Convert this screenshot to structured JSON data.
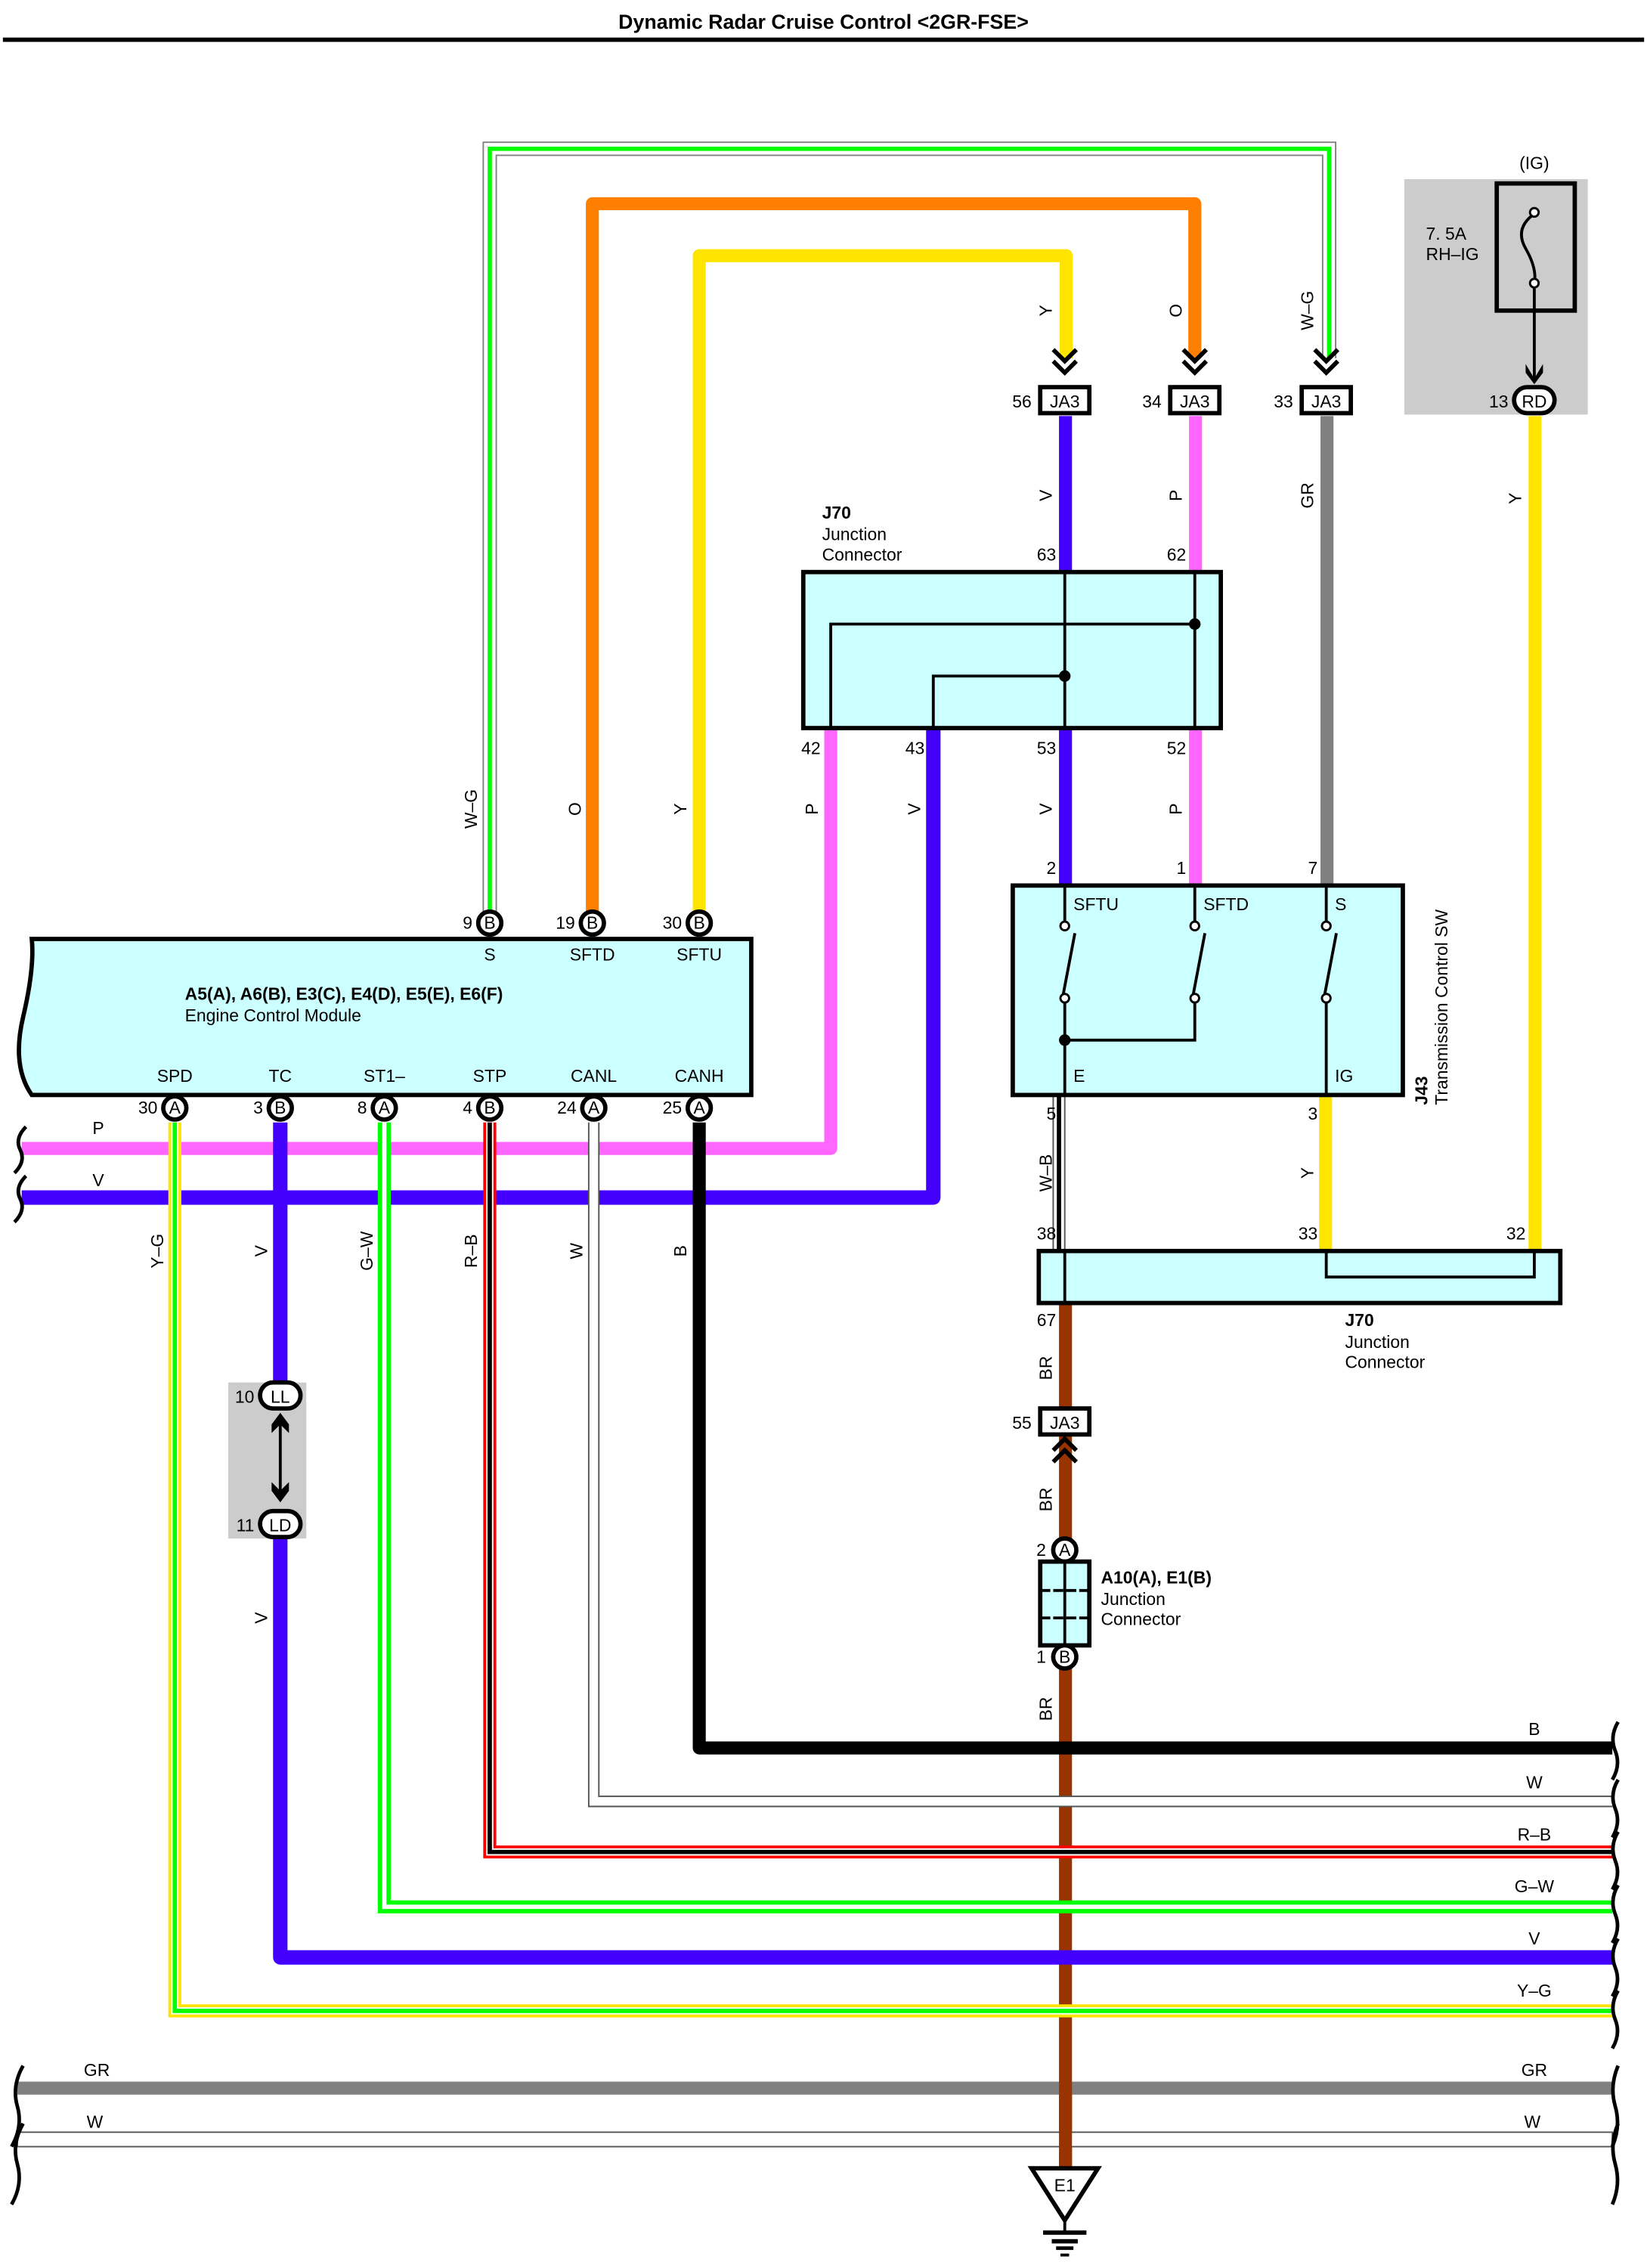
{
  "title": "Dynamic Radar Cruise Control <2GR-FSE>",
  "colors": {
    "Y": "#ffe400",
    "O": "#ff8000",
    "V": "#4400ff",
    "P": "#ff66ff",
    "GR": "#808080",
    "G": "#00ff00",
    "R": "#ff0000",
    "B": "#000000",
    "BR": "#993300",
    "W": "#ffffff",
    "connector_fill": "#ccffff",
    "shaded_box": "#cccccc"
  },
  "fuse": {
    "source": "(IG)",
    "rating": "7. 5A",
    "name": "RH–IG",
    "pin": "13",
    "connector": "RD"
  },
  "ja3_top": [
    {
      "pin": "56",
      "label": "JA3",
      "wire_in": "Y",
      "wire_out": "V"
    },
    {
      "pin": "34",
      "label": "JA3",
      "wire_in": "O",
      "wire_out": "P"
    },
    {
      "pin": "33",
      "label": "JA3",
      "wire_in": "W–G",
      "wire_out": "GR"
    }
  ],
  "fuse_wire": "Y",
  "j70_top": {
    "id": "J70",
    "name_line1": "Junction",
    "name_line2": "Connector",
    "pins_top": [
      "63",
      "62"
    ],
    "pins_bottom": [
      "42",
      "43",
      "53",
      "52"
    ]
  },
  "ecm_wires_top": [
    {
      "label": "W–G",
      "pin": "9",
      "conn": "B",
      "signal": "S"
    },
    {
      "label": "O",
      "pin": "19",
      "conn": "B",
      "signal": "SFTD"
    },
    {
      "label": "Y",
      "pin": "30",
      "conn": "B",
      "signal": "SFTU"
    }
  ],
  "j70_bottom_wires": [
    {
      "label": "P"
    },
    {
      "label": "V"
    },
    {
      "label": "V"
    },
    {
      "label": "P"
    }
  ],
  "ecm": {
    "connectors": "A5(A), A6(B), E3(C), E4(D), E5(E), E6(F)",
    "name": "Engine Control Module",
    "bottom_pins": [
      {
        "signal": "SPD",
        "pin": "30",
        "conn": "A",
        "wire": "Y–G"
      },
      {
        "signal": "TC",
        "pin": "3",
        "conn": "B",
        "wire": "V"
      },
      {
        "signal": "ST1–",
        "pin": "8",
        "conn": "A",
        "wire": "G–W"
      },
      {
        "signal": "STP",
        "pin": "4",
        "conn": "B",
        "wire": "R–B"
      },
      {
        "signal": "CANL",
        "pin": "24",
        "conn": "A",
        "wire": "W"
      },
      {
        "signal": "CANH",
        "pin": "25",
        "conn": "A",
        "wire": "B"
      }
    ]
  },
  "harness_left": [
    {
      "label": "P"
    },
    {
      "label": "V"
    }
  ],
  "j43": {
    "id": "J43",
    "name": "Transmission Control SW",
    "top_pins": [
      {
        "pin": "2",
        "signal": "SFTU"
      },
      {
        "pin": "1",
        "signal": "SFTD"
      },
      {
        "pin": "7",
        "signal": "S"
      }
    ],
    "bottom_pins": [
      {
        "pin": "5",
        "signal": "E",
        "wire": "W–B"
      },
      {
        "pin": "3",
        "signal": "IG",
        "wire": "Y"
      }
    ]
  },
  "j70_lower": {
    "id": "J70",
    "name_line1": "Junction",
    "name_line2": "Connector",
    "pins_top": [
      "38",
      "33",
      "32"
    ],
    "pins_bottom": [
      "67"
    ]
  },
  "ja3_lower": {
    "pin": "55",
    "label": "JA3",
    "wire_above": "BR",
    "wire_below": "BR"
  },
  "a10": {
    "id": "A10(A), E1(B)",
    "name_line1": "Junction",
    "name_line2": "Connector",
    "pin_top": "2",
    "conn_top": "A",
    "pin_bottom": "1",
    "conn_bottom": "B",
    "wire_below": "BR"
  },
  "combination_meter": {
    "pin_top": "10",
    "conn_top": "LL",
    "pin_bottom": "11",
    "conn_bottom": "LD",
    "wire_below": "V"
  },
  "harness_right": [
    {
      "label": "B"
    },
    {
      "label": "W"
    },
    {
      "label": "R–B"
    },
    {
      "label": "G–W"
    },
    {
      "label": "V"
    },
    {
      "label": "Y–G"
    }
  ],
  "bottom_bus": {
    "gr_left": "GR",
    "gr_right": "GR",
    "w_left": "W",
    "w_right": "W"
  },
  "ground": {
    "label": "E1"
  }
}
